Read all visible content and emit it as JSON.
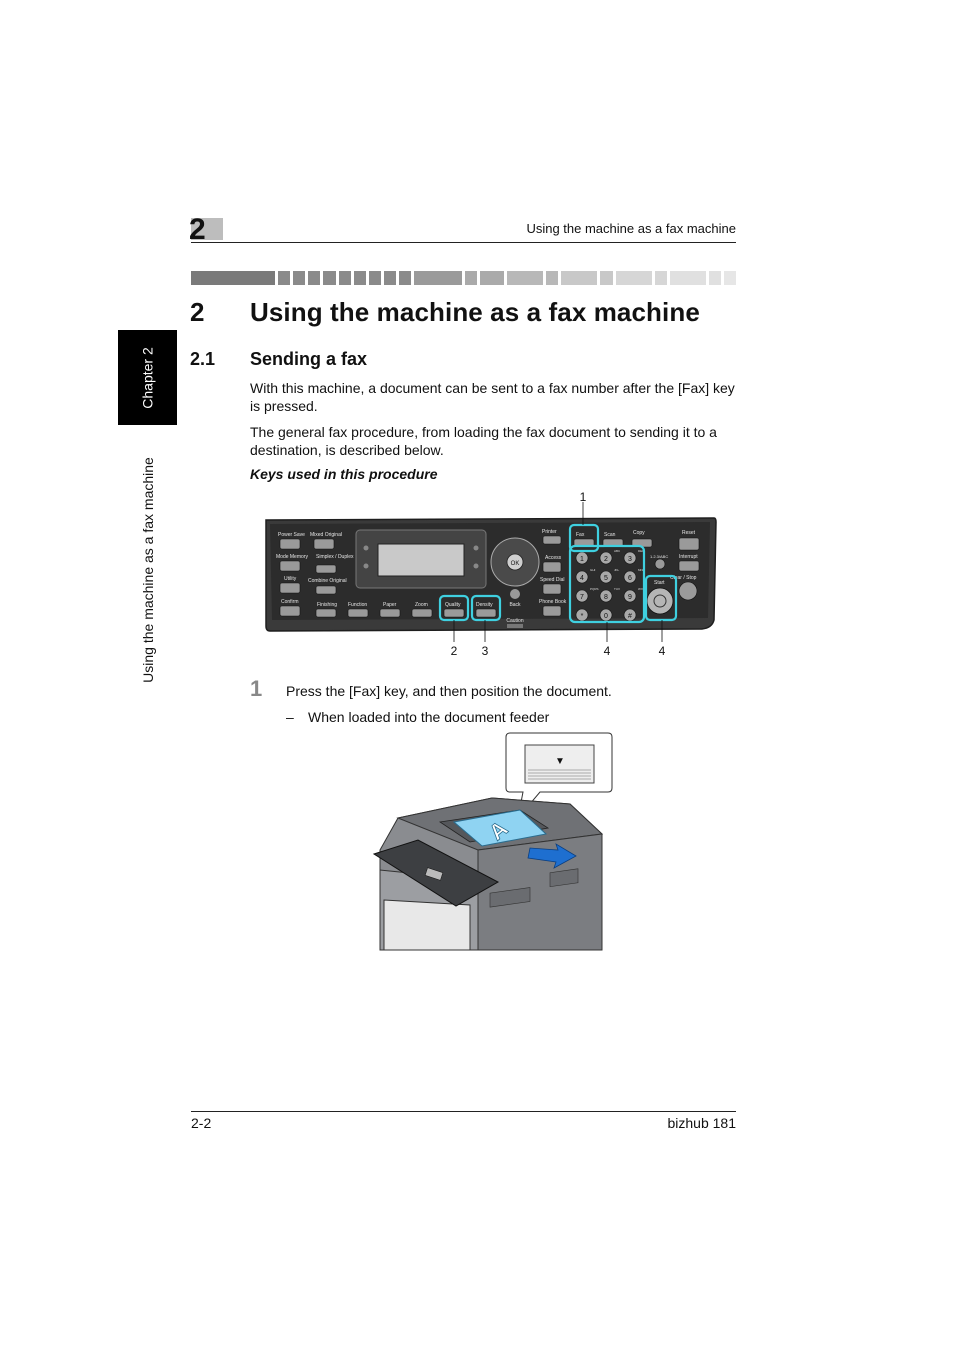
{
  "header": {
    "chapter_number": "2",
    "running_title": "Using the machine as a fax machine"
  },
  "side": {
    "tab_label": "Chapter 2",
    "vertical_title": "Using the machine as a fax machine"
  },
  "heading": {
    "number": "2",
    "title": "Using the machine as a fax machine"
  },
  "section": {
    "number": "2.1",
    "title": "Sending a fax"
  },
  "body": {
    "para1": "With this machine, a document can be sent to a fax number after the [Fax] key is pressed.",
    "para2": "The general fax procedure, from loading the fax document to sending it to a destination, is described below.",
    "subheading": "Keys used in this procedure"
  },
  "panel": {
    "callouts": [
      "1",
      "2",
      "3",
      "4",
      "4"
    ],
    "left_keys": [
      "Power Save",
      "Mixed Original",
      "Mode Memory",
      "Simplex / Duplex",
      "Utility",
      "Combine Original",
      "Confirm",
      "Finishing",
      "Function",
      "Paper",
      "Zoom",
      "Quality",
      "Density"
    ],
    "center_keys": [
      "OK",
      "Back",
      "Caution"
    ],
    "right_keys": [
      "Printer",
      "Fax",
      "Scan",
      "Copy",
      "Access",
      "Speed Dial",
      "Phone Book",
      "Reset",
      "Interrupt",
      "Clear / Stop",
      "Start"
    ],
    "keypad": [
      "1",
      "2",
      "3",
      "4",
      "5",
      "6",
      "7",
      "8",
      "9",
      "*",
      "0",
      "#"
    ],
    "keypad_letters": [
      "ABC",
      "DEF",
      "GHI",
      "JKL",
      "MNO",
      "PQRS",
      "TUV",
      "WXYZ"
    ],
    "symbols_label": "1.2.3/ABC"
  },
  "step": {
    "number": "1",
    "text": "Press the [Fax] key, and then position the document.",
    "sub_dash": "–",
    "sub_text": "When loaded into the document feeder"
  },
  "machine": {
    "document_letter": "A",
    "indicator_glyph": "▼"
  },
  "footer": {
    "page": "2-2",
    "product": "bizhub 181"
  },
  "colors": {
    "highlight": "#3fd0e0",
    "panel": "#3a3a3a",
    "document": "#8fd3f2",
    "arrow": "#1e6fd0"
  }
}
